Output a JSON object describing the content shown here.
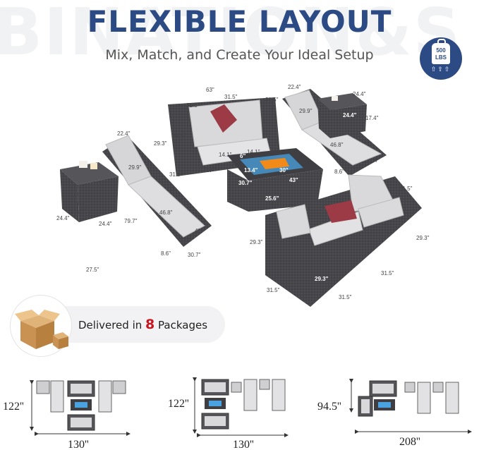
{
  "header": {
    "watermark": "BINATION&S",
    "title": "FLEXIBLE LAYOUT",
    "subtitle": "Mix, Match, and Create Your Ideal Setup"
  },
  "badge": {
    "weight_value": "500",
    "weight_unit": "LBS",
    "arrows": "⇧⇧⇧",
    "icon": "weight-capacity-icon"
  },
  "dimensions": {
    "loveseat_width": "63\"",
    "loveseat_half_left": "31.5\"",
    "loveseat_half_right": "31.5\"",
    "loveseat_right_depth": "31.5\"",
    "loveseat_height": "31.5\"",
    "loveseat_side_depth": "29.3\"",
    "loveseat_front_depth": "31.5\"",
    "loveseat_seat_height": "17\"",
    "loveseat_arm_a": "14.1\"",
    "loveseat_arm_b": "14.1\"",
    "fire_offset": "6\"",
    "fire_depth": "13.4\"",
    "fire_width": "30\"",
    "fire_height": "30.7\"",
    "fire_length": "43\"",
    "fire_base": "25.6\"",
    "left_lounge_width": "22.4\"",
    "left_lounge_back": "29.9\"",
    "left_lounge_length": "46.8\"",
    "left_lounge_reclined": "79.7\"",
    "left_lounge_seat": "4\"",
    "left_lounge_height": "8.6\"",
    "left_lounge_depth": "30.7\"",
    "left_table_height": "17.4\"",
    "left_table_depth": "24.4\"",
    "left_table_width": "24.4\"",
    "left_gap": "27.5\"",
    "right_lounge_width": "22.4\"",
    "right_lounge_back": "29.9\"",
    "right_lounge_length": "46.8\"",
    "right_lounge_height": "8.6\"",
    "right_lounge_seat": "4\"",
    "right_table_width": "24.4\"",
    "right_table_depth": "24.4\"",
    "right_table_height": "17.4\"",
    "sectional_top": "31.5\"",
    "sectional_right": "29.3\"",
    "sectional_left": "29.3\"",
    "sectional_corner": "29.3\"",
    "sectional_back": "31.5\"",
    "sectional_front_left": "31.5\"",
    "sectional_front_right": "31.5\""
  },
  "packages": {
    "prefix": "Delivered in ",
    "count": "8",
    "suffix": " Packages",
    "icon": "cardboard-box-icon"
  },
  "layouts": [
    {
      "height": "122''",
      "width": "130''"
    },
    {
      "height": "122''",
      "width": "130''"
    },
    {
      "height": "94.5''",
      "width": "208''"
    }
  ],
  "colors": {
    "title_blue": "#2c4a83",
    "count_red": "#c8141e",
    "wicker": "#4a4a4f",
    "cushion": "#d9d9dc",
    "fire_glass": "#4aa3e0"
  }
}
